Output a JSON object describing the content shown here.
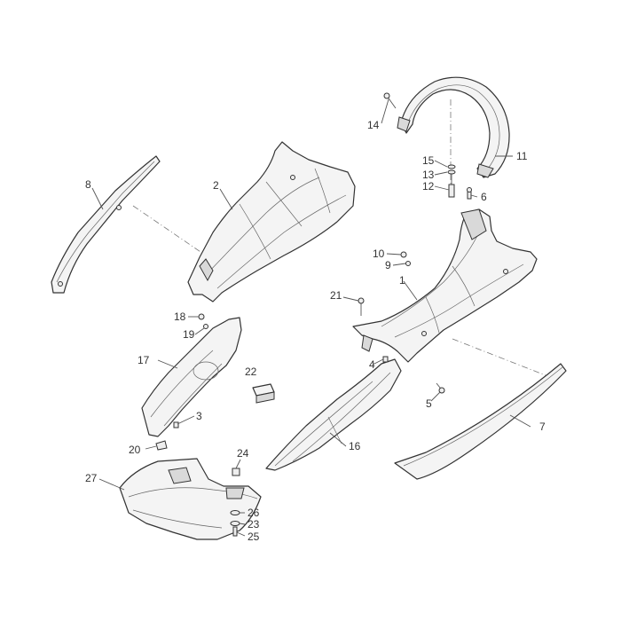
{
  "diagram": {
    "callouts": {
      "c1": "1",
      "c2": "2",
      "c3": "3",
      "c4": "4",
      "c5": "5",
      "c6": "6",
      "c7": "7",
      "c8": "8",
      "c9": "9",
      "c10": "10",
      "c11": "11",
      "c12": "12",
      "c13": "13",
      "c14": "14",
      "c15": "15",
      "c16": "16",
      "c17": "17",
      "c18": "18",
      "c19": "19",
      "c20": "20",
      "c21": "21",
      "c22": "22",
      "c23": "23",
      "c24": "24",
      "c25": "25",
      "c26": "26",
      "c27": "27"
    },
    "colors": {
      "line": "#333333",
      "fill": "#f4f4f4",
      "background": "#ffffff"
    }
  }
}
